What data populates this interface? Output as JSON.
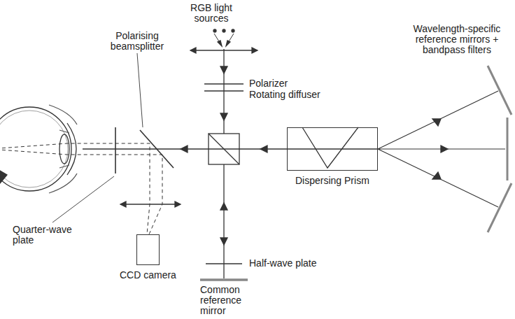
{
  "diagram": {
    "nodes": [
      {
        "text": [
          "Dispersing Prism"
        ]
      },
      {
        "text": [
          "CCD camera"
        ]
      }
    ],
    "labels": [
      "RGB light sources",
      "Polarizer",
      "Rotating diffuser",
      "Wavelength-specific reference mirrors + bandpass filters",
      "Polarising beamsplitter",
      "Quarter-wave plate",
      "Half-wave plate",
      "Common reference mirror"
    ]
  }
}
